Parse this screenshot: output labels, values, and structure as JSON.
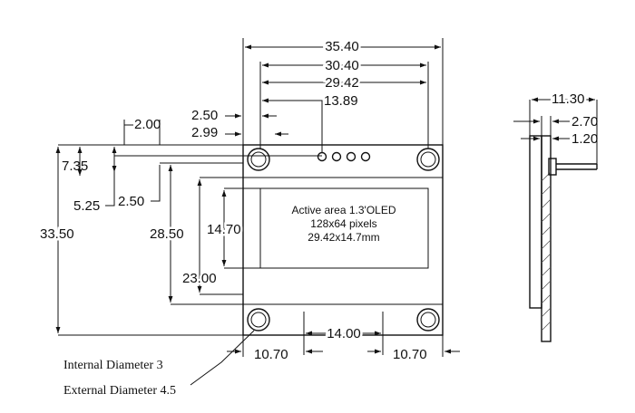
{
  "dimensions": {
    "total_width": "35.40",
    "hole_spacing": "30.40",
    "active_width": "29.42",
    "pin_offset": "13.89",
    "offset_2_50_top": "2.50",
    "offset_2_99": "2.99",
    "offset_2_00": "2.00",
    "height_7_35": "7.35",
    "height_5_25": "5.25",
    "offset_2_50_left": "2.50",
    "total_height": "33.50",
    "hole_to_hole_height": "28.50",
    "active_height": "14.70",
    "inner_23_00": "23.00",
    "bottom_gap": "14.00",
    "bottom_left": "10.70",
    "bottom_right": "10.70",
    "side_depth": "11.30",
    "side_2_70": "2.70",
    "side_1_20": "1.20"
  },
  "screen": {
    "line1": "Active area 1.3'OLED",
    "line2": "128x64 pixels",
    "line3": "29.42x14.7mm"
  },
  "notes": {
    "internal": "Internal Diameter 3",
    "external": "External Diameter 4.5"
  }
}
